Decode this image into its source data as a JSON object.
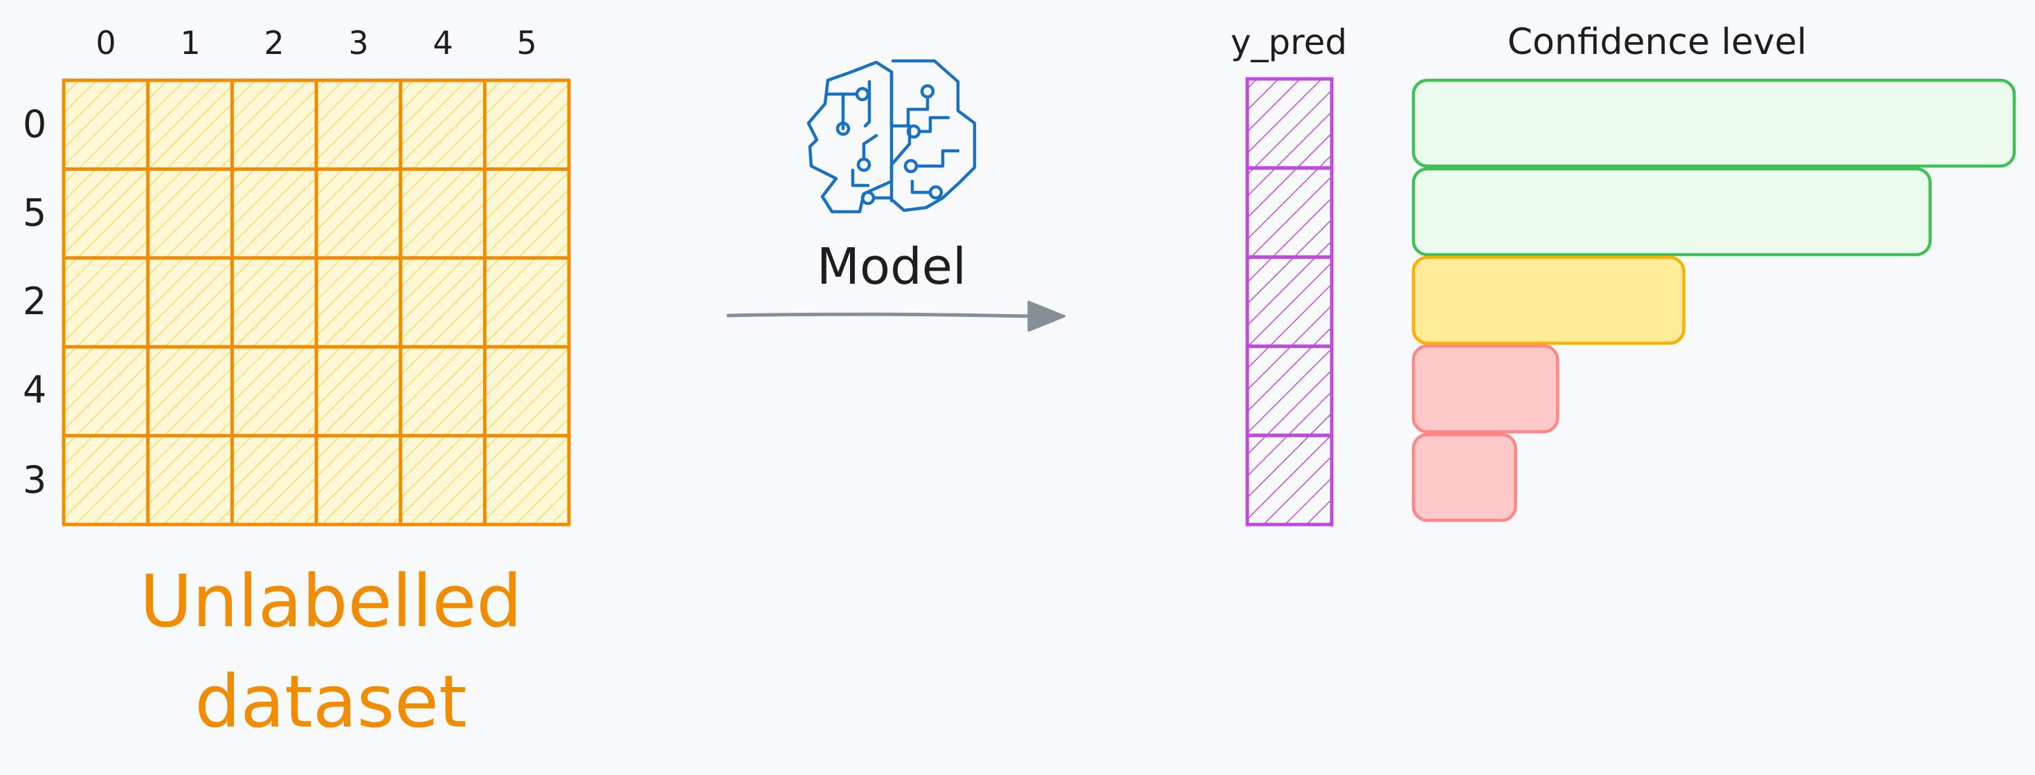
{
  "dataset": {
    "column_labels": [
      "0",
      "1",
      "2",
      "3",
      "4",
      "5"
    ],
    "row_labels": [
      "0",
      "5",
      "2",
      "4",
      "3"
    ],
    "caption_lines": [
      "Unlabelled",
      "dataset"
    ],
    "color": "#f08c00",
    "fill_color": "#ffec99"
  },
  "model": {
    "label": "Model",
    "icon": "brain-circuit-icon",
    "icon_color": "#1971c2"
  },
  "arrow": {
    "color": "#868e96"
  },
  "prediction": {
    "label": "y_pred",
    "cell_count": 5,
    "color": "#be4bdb"
  },
  "confidence": {
    "label": "Confidence level",
    "levels": [
      {
        "value": 1.0,
        "fill": "#ebfbee",
        "stroke": "#40c057"
      },
      {
        "value": 0.86,
        "fill": "#ebfbee",
        "stroke": "#40c057"
      },
      {
        "value": 0.45,
        "fill": "#ffec99",
        "stroke": "#fab005"
      },
      {
        "value": 0.24,
        "fill": "#ffc9c9",
        "stroke": "#ff8787"
      },
      {
        "value": 0.17,
        "fill": "#ffc9c9",
        "stroke": "#ff8787"
      }
    ]
  }
}
